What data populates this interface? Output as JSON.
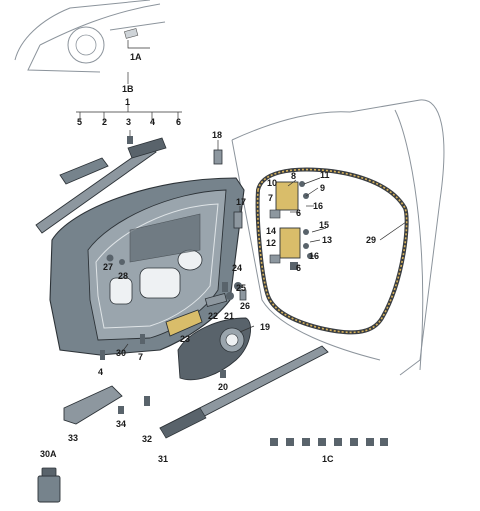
{
  "callouts": {
    "c1A": "1A",
    "c1B": "1B",
    "c1": "1",
    "c5": "5",
    "c2": "2",
    "c3": "3",
    "c4": "4",
    "c6": "6",
    "c18": "18",
    "c8": "8",
    "c11": "11",
    "c10": "10",
    "c9": "9",
    "c7": "7",
    "c16a": "16",
    "c16b": "16",
    "c17": "17",
    "c6b": "6",
    "c14": "14",
    "c15": "15",
    "c12": "12",
    "c13": "13",
    "c6c": "6",
    "c29": "29",
    "c27": "27",
    "c28": "28",
    "c24": "24",
    "c25": "25",
    "c26": "26",
    "c22": "22",
    "c21": "21",
    "c19": "19",
    "c23": "23",
    "c30": "30",
    "c7b": "7",
    "c4b": "4",
    "c20": "20",
    "c33": "33",
    "c34": "34",
    "c32": "32",
    "c31": "31",
    "c30A": "30A",
    "c1C": "1C"
  },
  "colors": {
    "door_fill": "#76838c",
    "door_inner": "#9aa5ad",
    "seal": "#d8b25a",
    "part_dark": "#59636b",
    "part_mid": "#8d979f",
    "highlight": "#f2e9c4"
  }
}
